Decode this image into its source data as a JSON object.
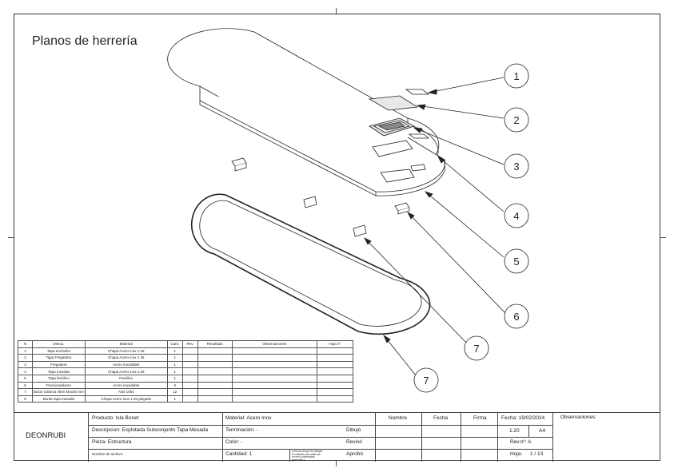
{
  "title": "Planos de herrería",
  "callouts": [
    "1",
    "2",
    "3",
    "4",
    "5",
    "6",
    "7",
    "7"
  ],
  "bom": {
    "headers": [
      "N",
      "Descp.",
      "Material",
      "Cant.",
      "Rev.",
      "Resultado",
      "Observaciones",
      "Hoja nº"
    ],
    "rows": [
      {
        "n": "1",
        "desc": "Tapa enchufes",
        "material": "Chapa Acero inox 1.25",
        "qty": "1"
      },
      {
        "n": "2",
        "desc": "Tapa Fregadera",
        "material": "Chapa Acero inox 1.25",
        "qty": "1"
      },
      {
        "n": "3",
        "desc": "Fregadera",
        "material": "Acero Inoxidable",
        "qty": "1"
      },
      {
        "n": "4",
        "desc": "Tapa mesada",
        "material": "Chapa Acero inox 1.25",
        "qty": "1"
      },
      {
        "n": "5",
        "desc": "Tapa fenólico",
        "material": "Fenólico",
        "qty": "1"
      },
      {
        "n": "6",
        "desc": "Posicionadores",
        "material": "Acero inoxidable",
        "qty": "6"
      },
      {
        "n": "7",
        "desc": "Bulon Cabeza Allen M4x40 mm",
        "material": "AISI 1054",
        "qty": "12"
      },
      {
        "n": "8",
        "desc": "Borde tapa mesada",
        "material": "Chapa Acero inox 1.25 plegado",
        "qty": "1"
      }
    ]
  },
  "title_block": {
    "company": "DEONRUBI",
    "producto": "Producto: Isla Bonet",
    "descripcion": "Descripcion: Explotada Subconjunto Tapa Mesada",
    "pieza": "Pieza: Estructura",
    "archivo": "Nombre de archivo:",
    "material": "Material: Acero Inox",
    "terminacion": "Terminación: -",
    "color": "Color: -",
    "cantidad": "Cantidad: 1",
    "tolerancias": "a menos de que se indique lo contrario, las cotas son en mm y tolerancias generales ±",
    "col_nombre": "Nombre",
    "col_fecha": "Fecha",
    "col_firma": "Firma",
    "dibujo": "Dibujó",
    "reviso": "Revisó",
    "aprobo": "Aprobó",
    "fecha": "Fecha: 19/02/2024",
    "escala": "1:20",
    "formato": "A4",
    "revision": "Rev.nº: A",
    "hoja": "Hoja:",
    "hoja_num": "1 / 13",
    "observaciones": "Observaciones:"
  }
}
